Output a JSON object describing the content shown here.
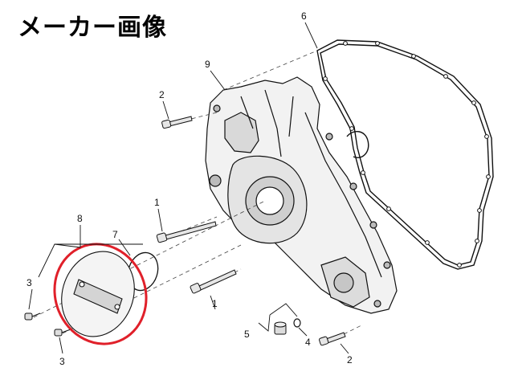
{
  "title": "メーカー画像",
  "callouts": {
    "gasket": "6",
    "cover": "9",
    "bolt_upper_left": "2",
    "bolt_long_upper": "1",
    "bolt_long_lower": "1",
    "cap_assembly": "8",
    "o_ring": "7",
    "screw_upper": "3",
    "screw_lower": "3",
    "plug": "5",
    "washer": "4",
    "bolt_lower_right": "2"
  },
  "highlight_color": "#e0202a"
}
